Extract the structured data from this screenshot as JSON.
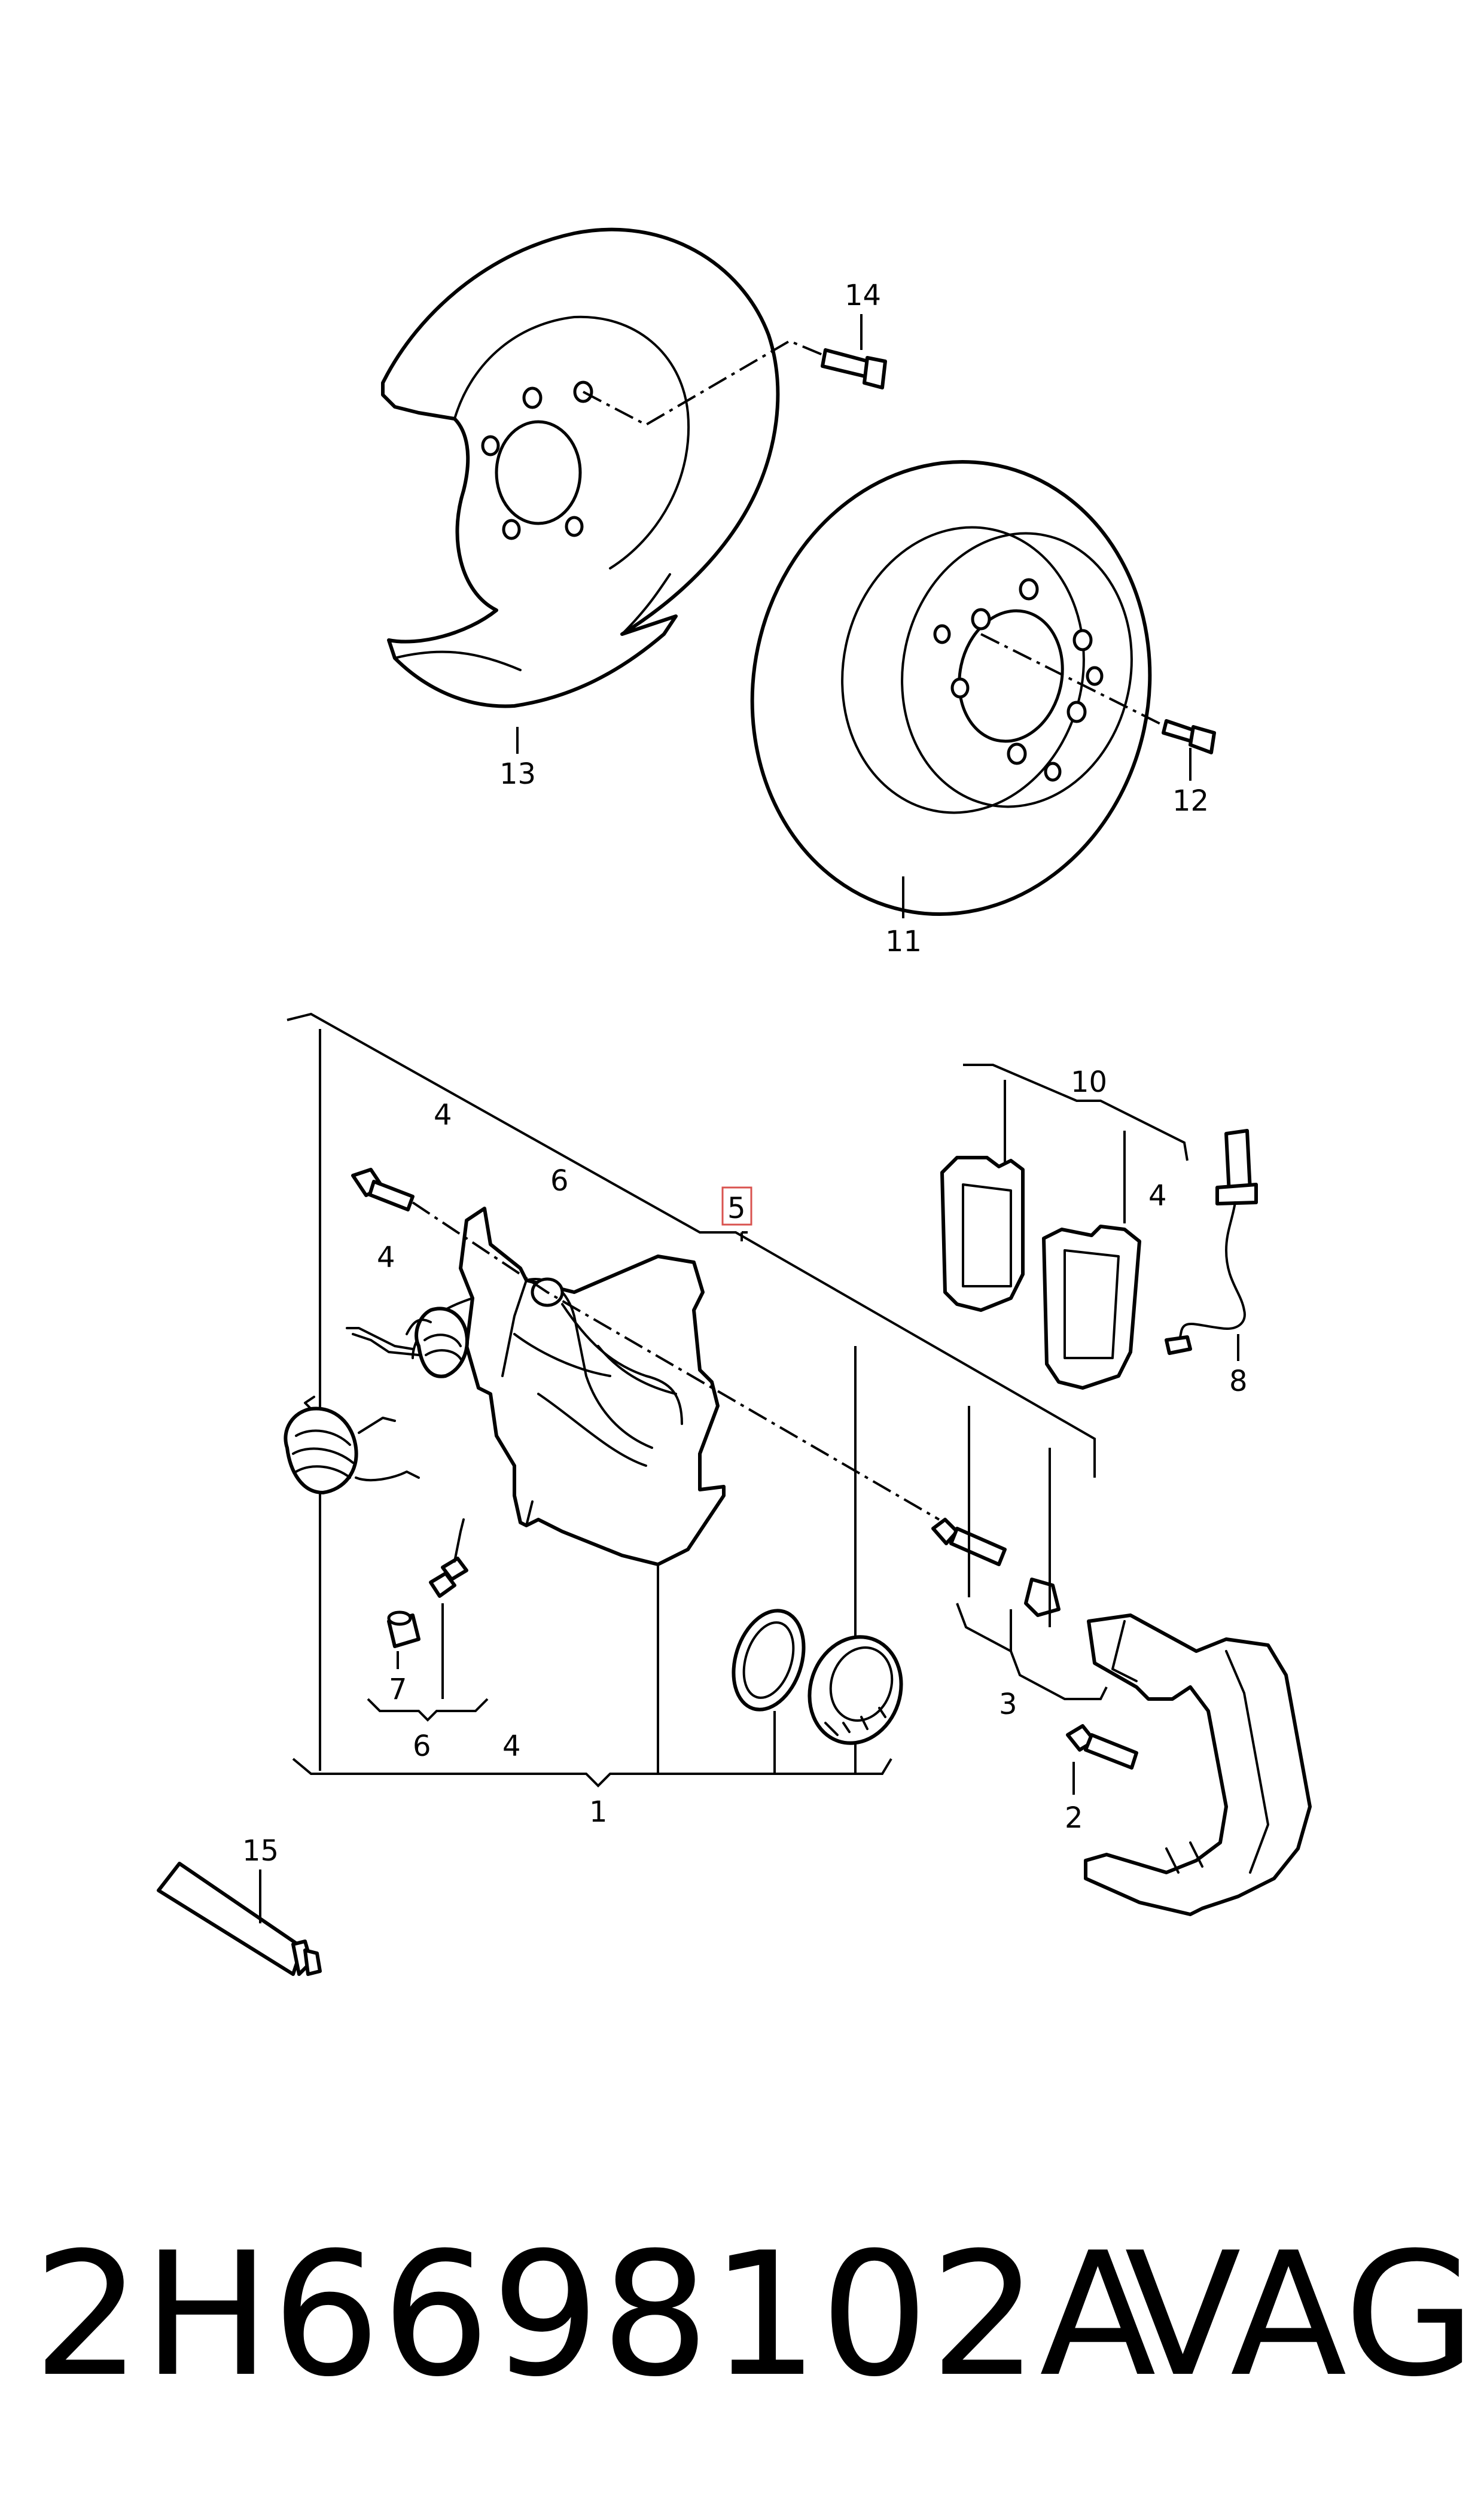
{
  "part_number": "2H6698102A",
  "brand": "VAG",
  "highlighted_callout": "5",
  "callouts": {
    "c14": "14",
    "c13": "13",
    "c12": "12",
    "c11": "11",
    "c10": "10",
    "c4_top": "4",
    "c6_top": "6",
    "c5": "5",
    "c4_bolt": "4",
    "c4_pads": "4",
    "c8": "8",
    "c7": "7",
    "c6_bottom": "6",
    "c4_bottom": "4",
    "c1": "1",
    "c3": "3",
    "c2": "2",
    "c15": "15"
  },
  "colors": {
    "line": "#000000",
    "highlight": "#d9534f",
    "background": "#ffffff"
  }
}
